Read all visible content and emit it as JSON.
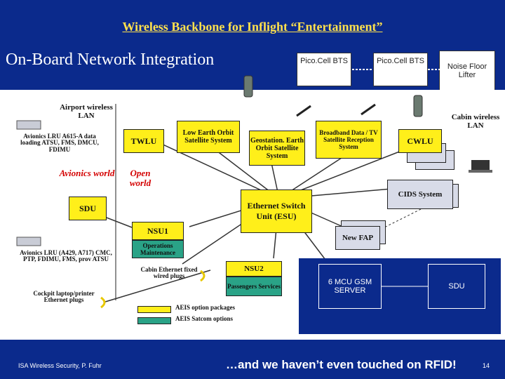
{
  "title": "Wireless Backbone for Inflight “Entertainment”",
  "subtitle": "On-Board Network Integration",
  "top_boxes": {
    "pico_cell_1": "Pico.Cell BTS",
    "pico_cell_2": "Pico.Cell BTS",
    "noise_floor_lifter": "Noise Floor Lifter"
  },
  "diagram": {
    "airport_lan": "Airport wireless LAN",
    "avionics_lru_top": "Avionics LRU A615-A data loading ATSU, FMS, DMCU, FDIMU",
    "avionics_world": "Avionics world",
    "open_world": "Open world",
    "twlu": "TWLU",
    "sdu_left": "SDU",
    "nsu1": "NSU1",
    "operations_maintenance": "Operations Maintenance",
    "avionics_lru_bottom": "Avionics LRU (A429, A717) CMC, PTP, FDIMU, FMS, prov ATSU",
    "cockpit_plugs": "Cockpit laptop/printer Ethernet plugs",
    "leo_satellite": "Low Earth Orbit Satellite System",
    "geo_satellite": "Geostation. Earth Orbit Satellite System",
    "broadband": "Broadband Data / TV Satellite Reception System",
    "esu": "Ethernet Switch Unit (ESU)",
    "cwlu": "CWLU",
    "cabin_lan": "Cabin wireless LAN",
    "cids": "CIDS System",
    "new_fap": "New FAP",
    "cabin_ethernet": "Cabin Ethernet fixed wired plugs",
    "nsu2": "NSU2",
    "passengers_services": "Passengers Services",
    "mcu": "6 MCU GSM SERVER",
    "sdu_right": "SDU",
    "legend_option_packages": "AEIS option packages",
    "legend_satcom_options": "AEIS Satcom options"
  },
  "footer": {
    "left": "ISA Wireless Security, P. Fuhr",
    "right": "…and we haven’t even touched on RFID!",
    "slide_number": "14"
  },
  "colors": {
    "background": "#0b2a8c",
    "title": "#ffe14d",
    "yellow_box": "#ffef1a",
    "teal_legend": "#2aa387",
    "red_text": "#d40000"
  }
}
